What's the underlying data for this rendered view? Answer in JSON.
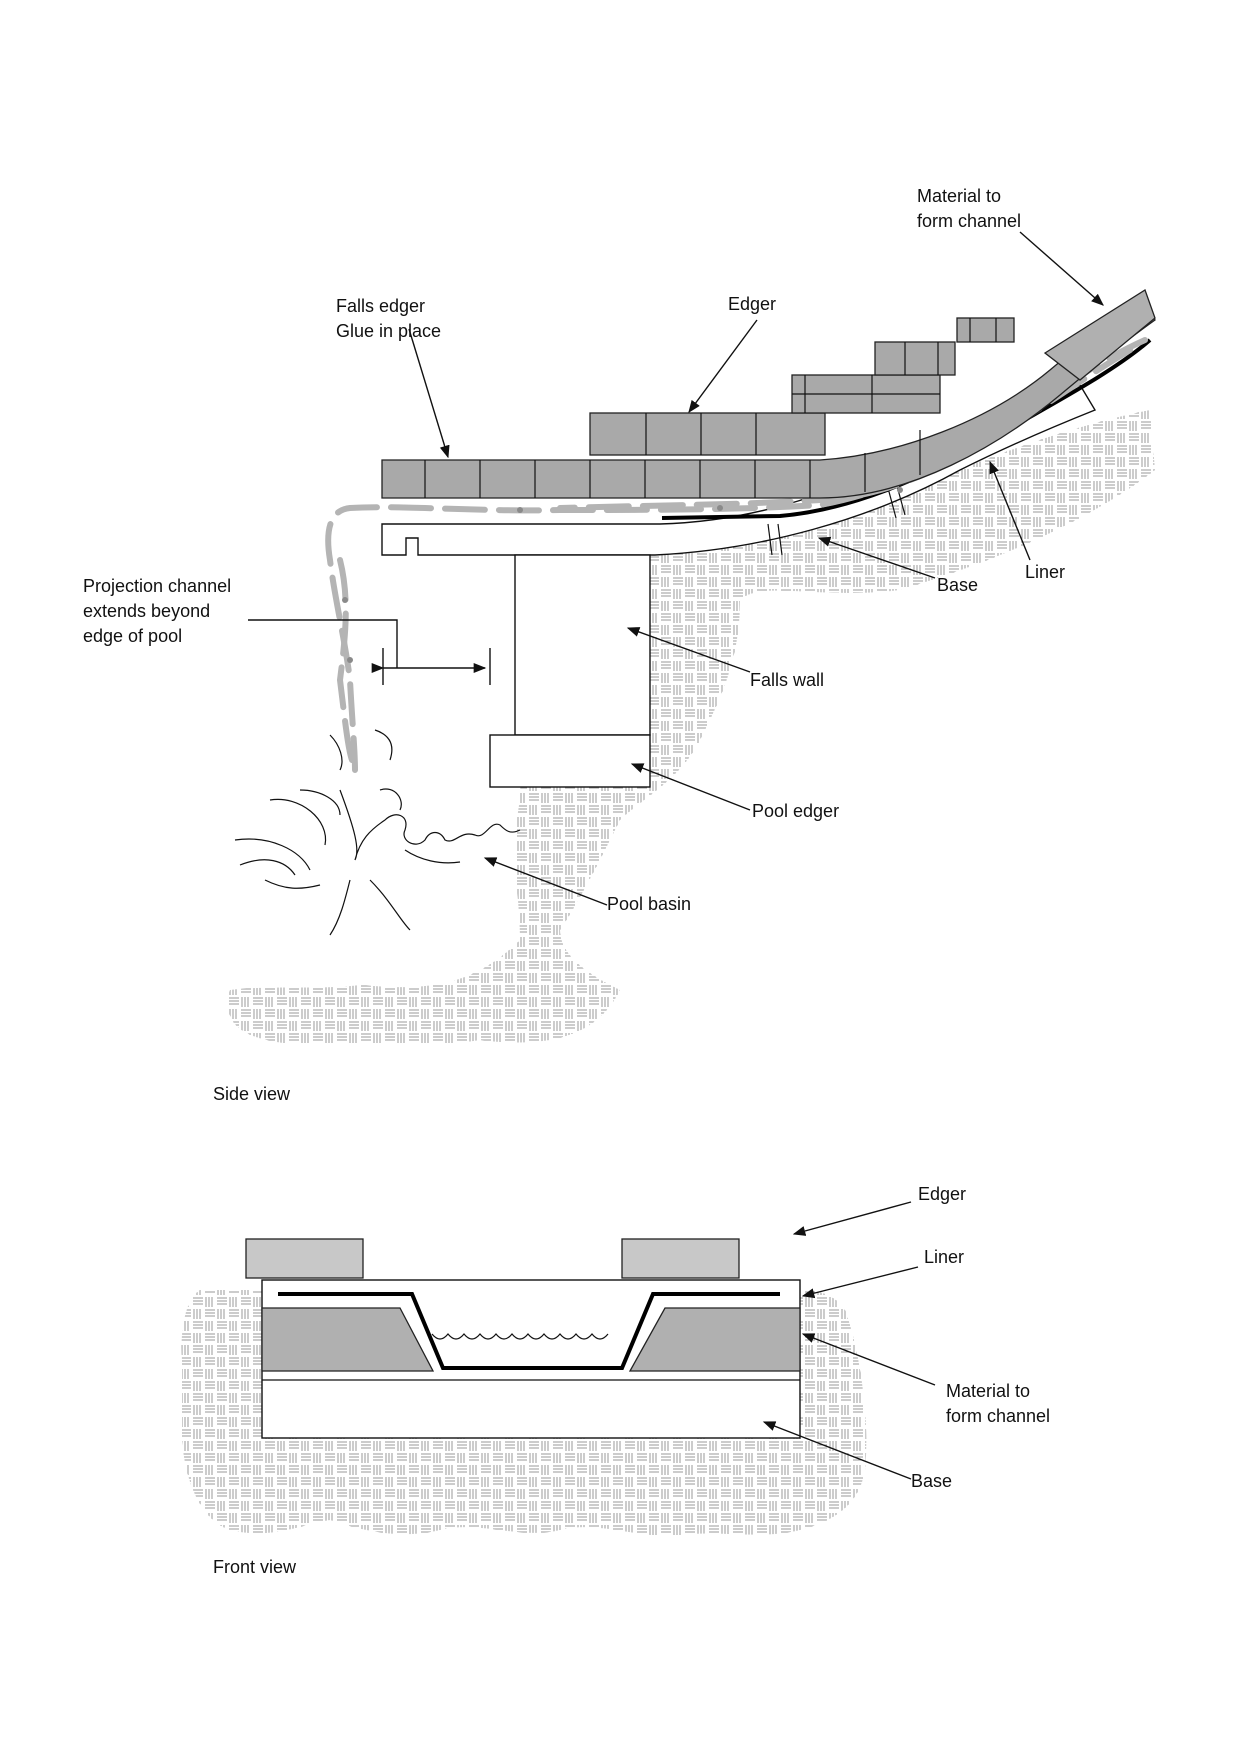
{
  "side_view": {
    "caption": "Side view",
    "labels": {
      "material_to_form_channel": [
        "Material to",
        "form channel"
      ],
      "edger": "Edger",
      "falls_edger": [
        "Falls edger",
        "Glue in place"
      ],
      "base": "Base",
      "liner": "Liner",
      "projection_channel": [
        "Projection channel",
        "extends beyond",
        "edge of pool"
      ],
      "falls_wall": "Falls wall",
      "pool_edger": "Pool edger",
      "pool_basin": "Pool basin"
    }
  },
  "front_view": {
    "caption": "Front view",
    "labels": {
      "edger": "Edger",
      "liner": "Liner",
      "material_to_form_channel": [
        "Material to",
        "form channel"
      ],
      "base": "Base"
    }
  },
  "colors": {
    "brick": "#a9a9a9",
    "edger_front": "#c8c8c8",
    "water": "#b4b4b4",
    "ink": "#111111"
  }
}
